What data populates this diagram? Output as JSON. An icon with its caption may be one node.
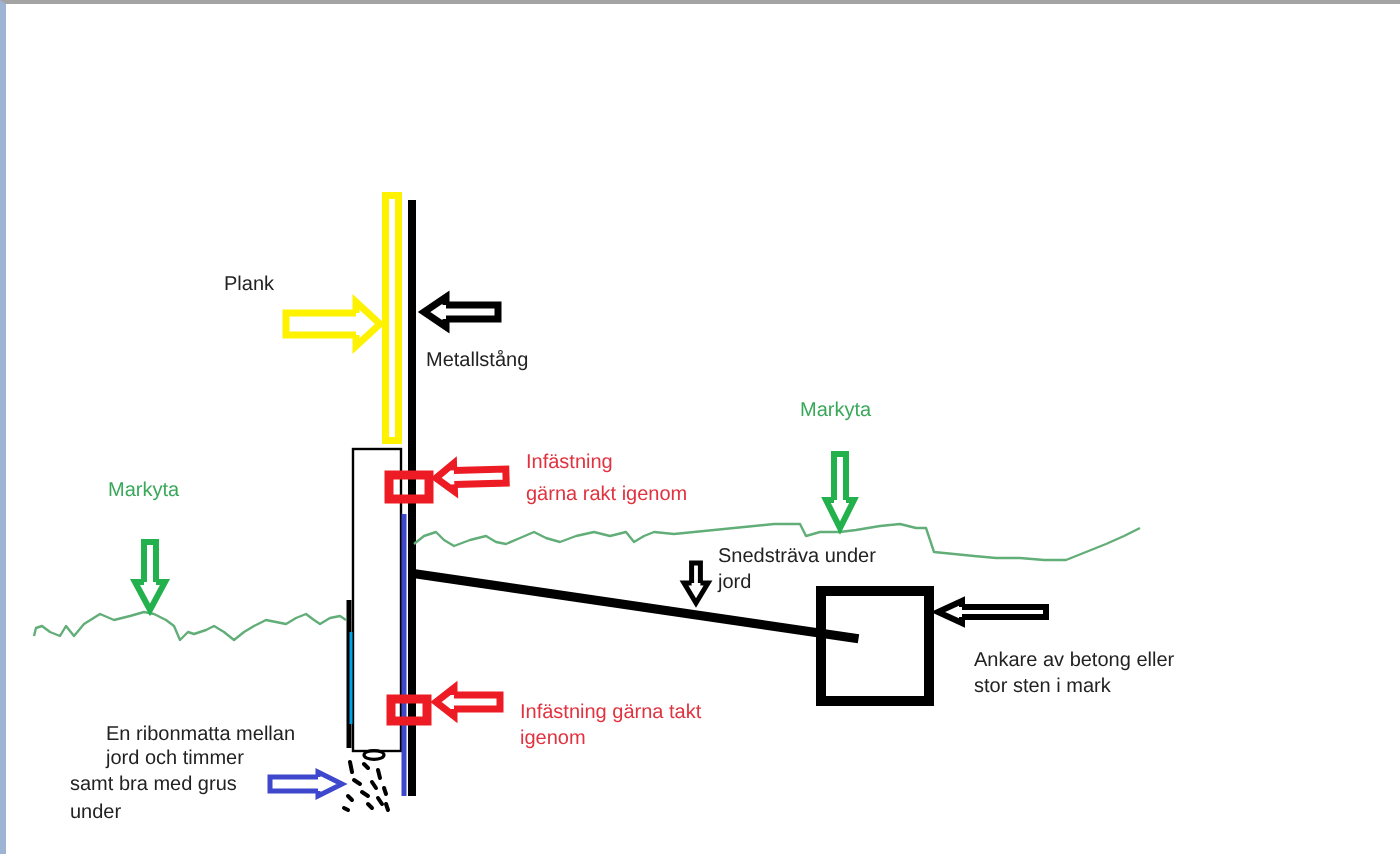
{
  "diagram": {
    "nodes": [
      {
        "text": [
          "Plank"
        ]
      },
      {
        "text": [
          "Metallstång"
        ]
      },
      {
        "text": [
          "Markyta"
        ]
      },
      {
        "text": [
          "Infästning gärna rakt igenom"
        ]
      },
      {
        "text": [
          "Markyta"
        ]
      },
      {
        "text": [
          "Snedsträva under jord"
        ]
      },
      {
        "text": [
          "Ankare av betong eller stor sten i mark"
        ]
      },
      {
        "text": [
          "Infästning gärna takt igenom"
        ]
      },
      {
        "text": [
          "En ribonmatta mellan jord och timmer",
          "samt bra med grus under"
        ]
      },
      {
        "text": [],
        "shape": "bar"
      },
      {
        "text": [],
        "shape": "bar"
      },
      {
        "text": [],
        "shape": "line"
      },
      {
        "text": [],
        "shape": "box"
      },
      {
        "text": [],
        "shape": "line"
      },
      {
        "text": [],
        "shape": "bar"
      },
      {
        "text": [],
        "shape": "box"
      },
      {
        "text": [],
        "shape": "box"
      },
      {
        "text": [],
        "shape": "picture"
      },
      {
        "text": [],
        "shape": "box"
      }
    ],
    "edges": [
      {
        "from": 0,
        "to": 9,
        "arrow": "to",
        "color": "#fff200"
      },
      {
        "from": 1,
        "to": 10,
        "arrow": "to"
      },
      {
        "from": 2,
        "to": 11,
        "arrow": "to",
        "color": "#22b14c"
      },
      {
        "from": 3,
        "to": 12,
        "arrow": "to",
        "color": "#ed1c24"
      },
      {
        "from": 4,
        "to": 13,
        "arrow": "to",
        "color": "#22b14c"
      },
      {
        "from": 5,
        "to": 14,
        "arrow": "to"
      },
      {
        "from": 6,
        "to": 15,
        "arrow": "to"
      },
      {
        "from": 7,
        "to": 16,
        "arrow": "to",
        "color": "#ed1c24"
      },
      {
        "from": 8,
        "to": 17,
        "arrow": "to",
        "color": "#3f48cc"
      }
    ]
  }
}
